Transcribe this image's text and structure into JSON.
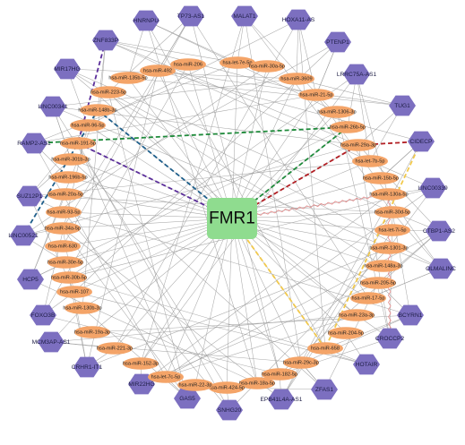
{
  "center": {
    "label": "FMR1",
    "color": "#8fdc8f"
  },
  "colors": {
    "lncrna_fill": "#7c6fc0",
    "mirna_fill": "#f4a468",
    "edge": "#9a9a9a",
    "highlight_green": "#1e8a3a",
    "highlight_purple": "#5b2e9a",
    "highlight_blue": "#1f5f8b",
    "highlight_red": "#b21f24",
    "highlight_yellow": "#f2c94c",
    "highlight_pink": "#e58b8b"
  },
  "lncrnas": [
    "MALAT1",
    "HOXA11-AS",
    "PTENP1",
    "LRRC75A-AS1",
    "TUG1",
    "CIDECP",
    "LINC00339",
    "CTBP1-AS2",
    "OLMALINC",
    "BCYRN1",
    "CROCCP2",
    "HOTAIR",
    "ZFAS1",
    "EPB41L4A-AS1",
    "SNHG20",
    "GAS5",
    "MIR22HG",
    "CRHR1-IT1",
    "MCM3AP-AS1",
    "FOXO3B",
    "HCP5",
    "LINC00521",
    "SUZ12P1",
    "RAMP2-AS1",
    "LINC00341",
    "MIR17HG",
    "ZNF833P",
    "HNRNPU",
    "TP73-AS1"
  ],
  "mirnas": [
    "hsa-let-7e-5p",
    "hsa-miR-30a-5p",
    "hsa-miR-3609",
    "hsa-miR-21-5p",
    "hsa-miR-1306-3p",
    "hsa-miR-26b-5p",
    "hsa-miR-29a-3p",
    "hsa-let-7b-5p",
    "hsa-miR-15b-5p",
    "hsa-miR-130a-5p",
    "hsa-miR-30d-5p",
    "hsa-let-7i-5p",
    "hsa-miR-1301-3p",
    "hsa-miR-148a-3p",
    "hsa-miR-205-5p",
    "hsa-miR-17-5p",
    "hsa-miR-23a-3p",
    "hsa-miR-204-5p",
    "hsa-miR-658",
    "hsa-miR-29c-3p",
    "hsa-miR-182-5p",
    "hsa-miR-18a-5p",
    "hsa-miR-424-5p",
    "hsa-miR-22-3p",
    "hsa-let-7c-5p",
    "hsa-miR-152-3p",
    "hsa-miR-221-3p",
    "hsa-miR-19a-3p",
    "hsa-miR-130b-3p",
    "hsa-miR-107",
    "hsa-miR-30b-5p",
    "hsa-miR-30e-5p",
    "hsa-miR-630",
    "hsa-miR-34a-5p",
    "hsa-miR-93-5p",
    "hsa-miR-20a-5p",
    "hsa-miR-196b-5p",
    "hsa-miR-301b-3p",
    "hsa-miR-191-5p",
    "hsa-miR-96-5p",
    "hsa-miR-148b-3p",
    "hsa-miR-223-5p",
    "hsa-miR-135b-5p",
    "hsa-miR-492",
    "hsa-miR-206"
  ],
  "highlight_paths": [
    {
      "color": "highlight_green",
      "style": "dashed",
      "nodes": [
        "RAMP2-AS1",
        "hsa-miR-26b-5p",
        "FMR1"
      ]
    },
    {
      "color": "highlight_purple",
      "style": "dashed",
      "nodes": [
        "ZNF833P",
        "hsa-miR-191-5p",
        "FMR1"
      ]
    },
    {
      "color": "highlight_blue",
      "style": "dashed",
      "nodes": [
        "LINC00521",
        "hsa-miR-148b-3p",
        "FMR1"
      ]
    },
    {
      "color": "highlight_red",
      "style": "dashed",
      "nodes": [
        "CIDECP",
        "hsa-miR-29a-3p",
        "FMR1"
      ]
    },
    {
      "color": "highlight_yellow",
      "style": "dashed",
      "nodes": [
        "CIDECP",
        "hsa-miR-658",
        "FMR1"
      ]
    },
    {
      "color": "highlight_pink",
      "style": "wavy",
      "nodes": [
        "CROCCP2",
        "hsa-miR-130a-5p",
        "FMR1"
      ]
    }
  ]
}
